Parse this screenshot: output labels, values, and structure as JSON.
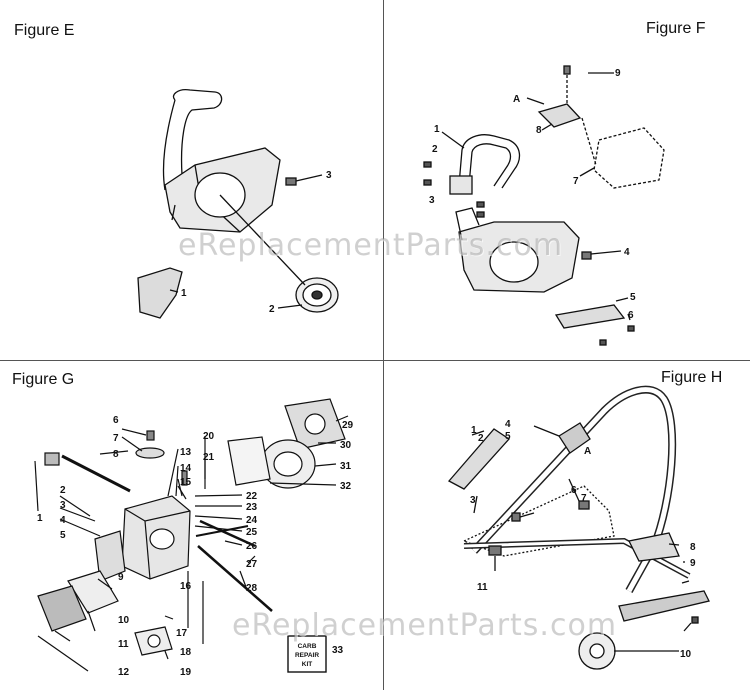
{
  "figures": {
    "e": {
      "title": "Figure E",
      "callouts": [
        "1",
        "2",
        "3"
      ]
    },
    "f": {
      "title": "Figure F",
      "callouts": [
        "1",
        "2",
        "3",
        "4",
        "5",
        "6",
        "7",
        "8",
        "9",
        "A"
      ]
    },
    "g": {
      "title": "Figure G",
      "callouts": [
        "1",
        "2",
        "3",
        "4",
        "5",
        "6",
        "7",
        "8",
        "9",
        "10",
        "11",
        "12",
        "13",
        "14",
        "15",
        "16",
        "17",
        "18",
        "19",
        "20",
        "21",
        "22",
        "23",
        "24",
        "25",
        "26",
        "27",
        "28",
        "29",
        "30",
        "31",
        "32",
        "33"
      ],
      "kit_label": [
        "CARB",
        "REPAIR",
        "KIT"
      ]
    },
    "h": {
      "title": "Figure H",
      "callouts": [
        "1",
        "2",
        "3",
        "4",
        "5",
        "6",
        "7",
        "8",
        "9",
        "10",
        "11",
        "A"
      ]
    }
  },
  "watermark": "eReplacementParts.com",
  "colors": {
    "line": "#111111",
    "divider": "#555555",
    "watermark": "#969696"
  }
}
